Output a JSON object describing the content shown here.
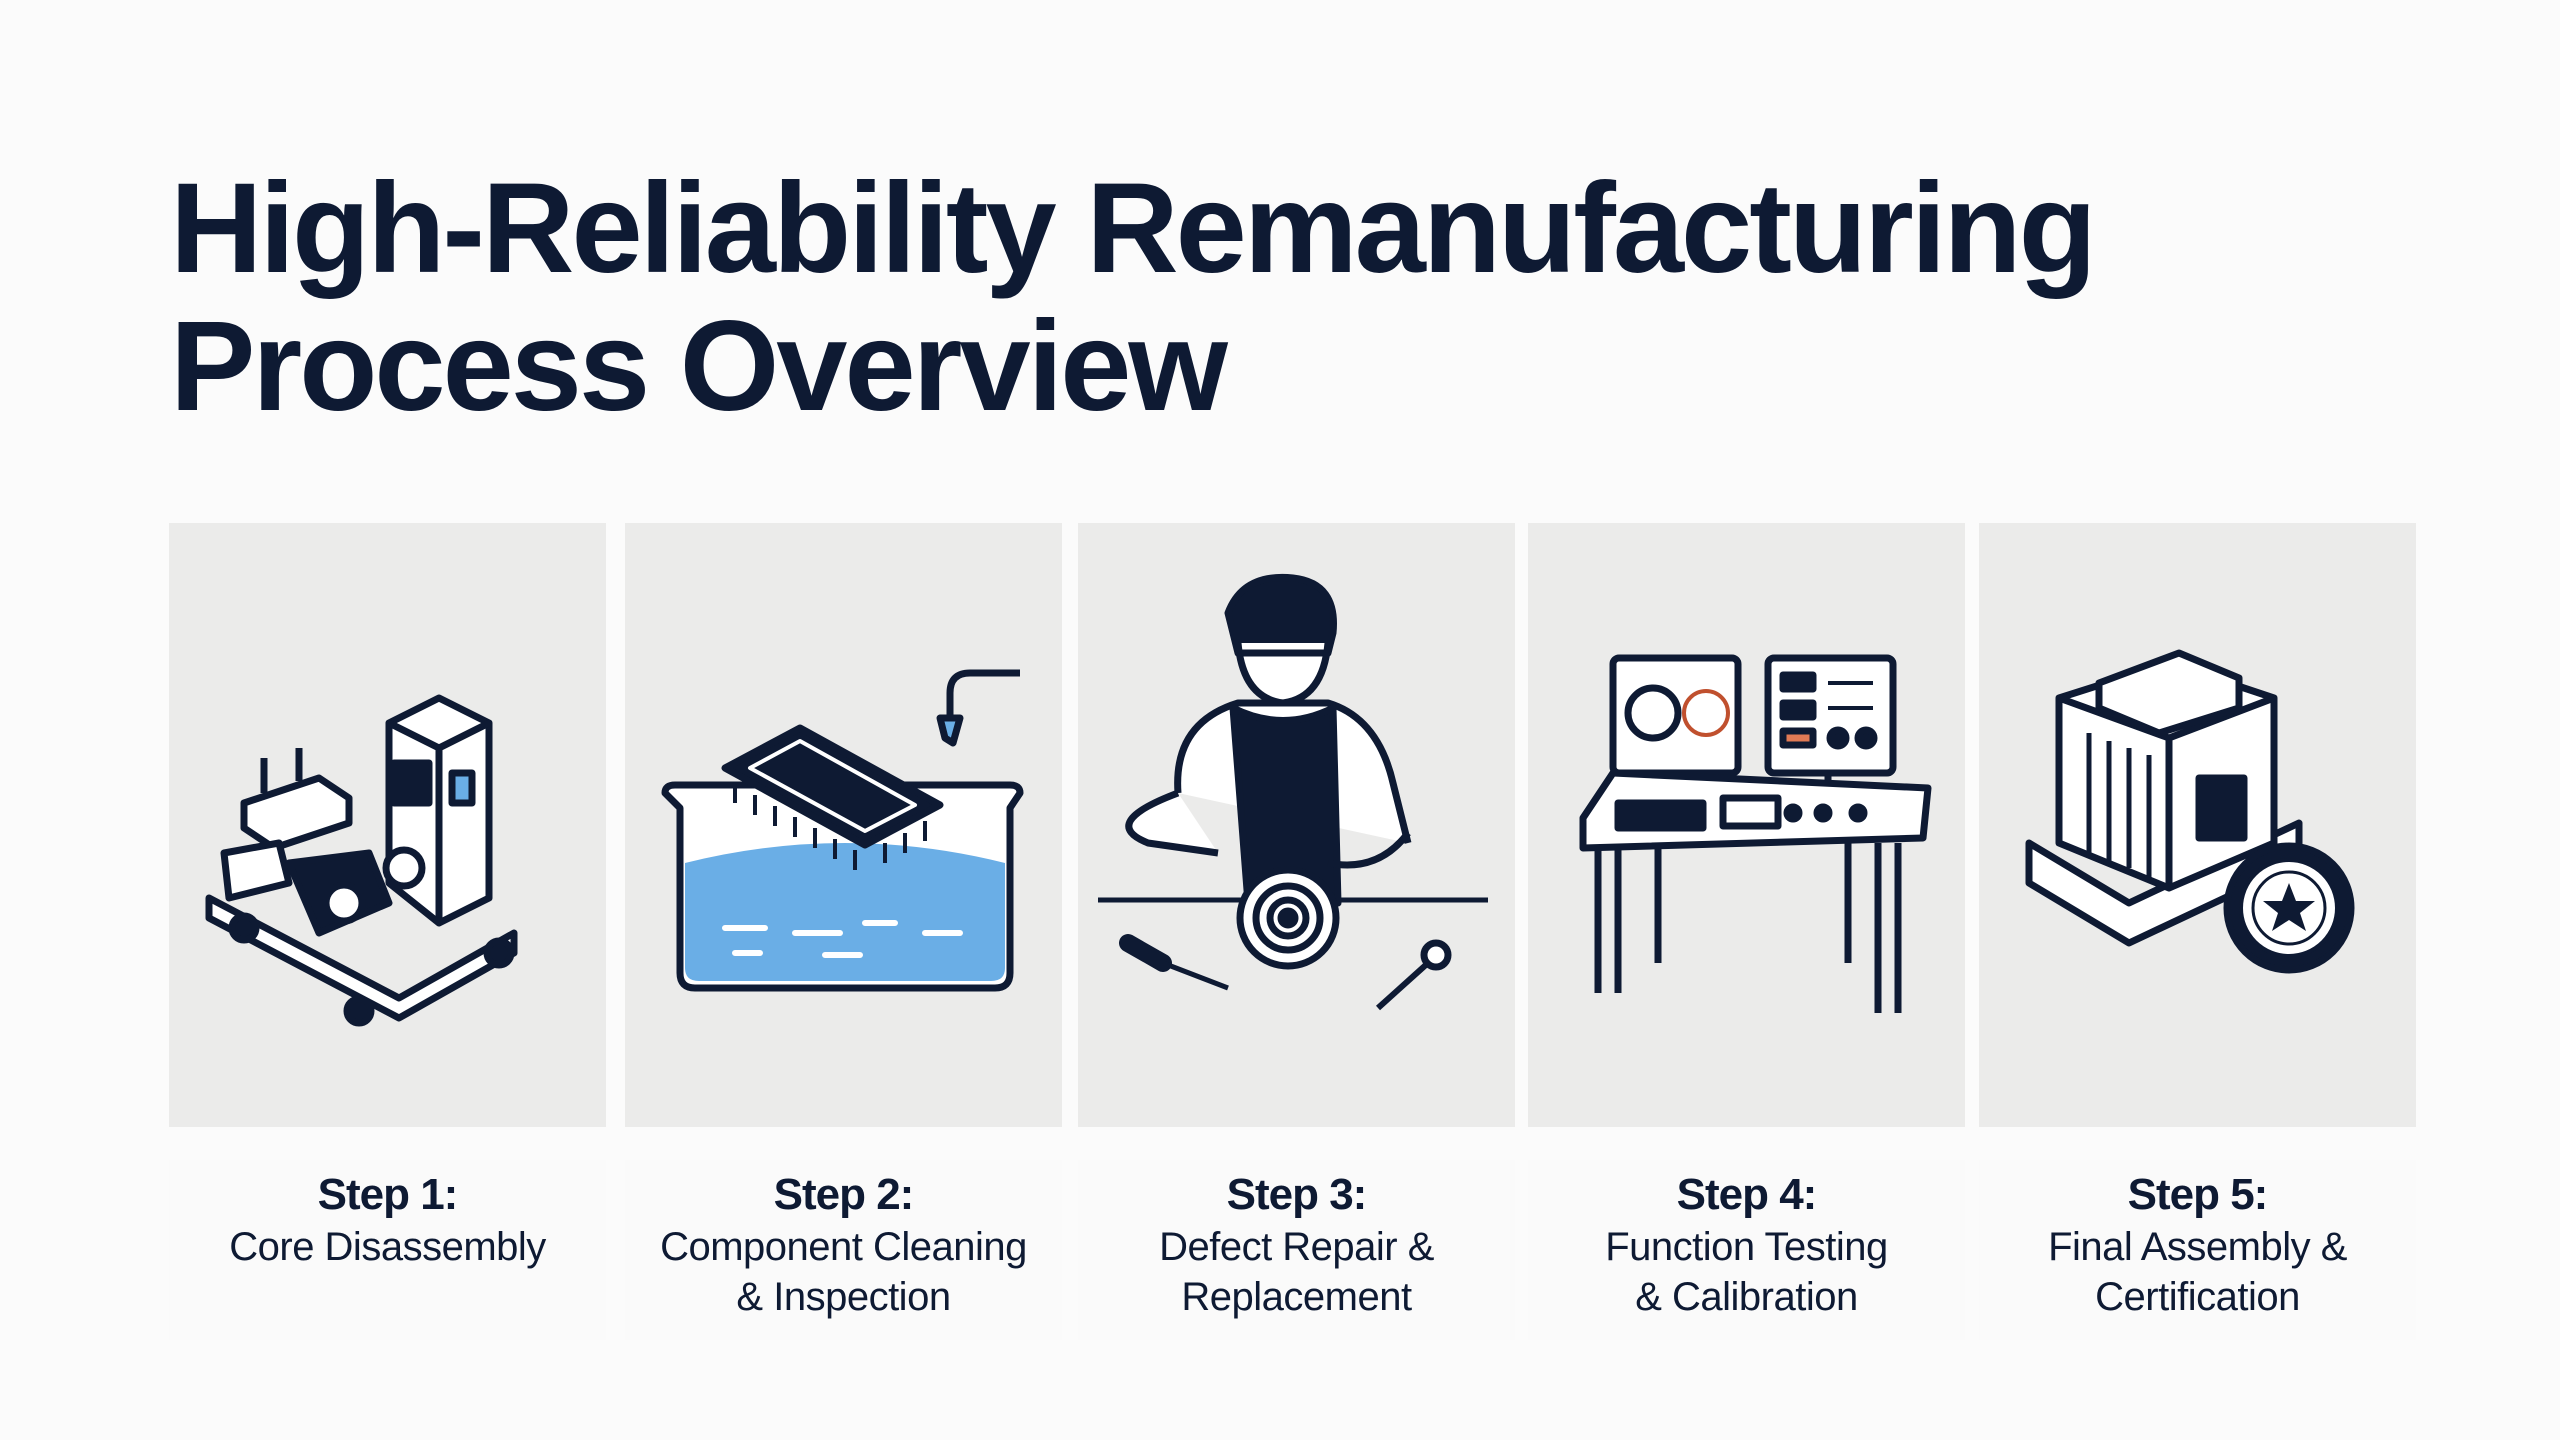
{
  "title": {
    "line1": "High-Reliability Remanufacturing",
    "line2": "Process Overview"
  },
  "colors": {
    "navy": "#0e1a33",
    "water": "#6aaee6",
    "card": "#ebebea"
  },
  "steps": [
    {
      "step": "Step 1:",
      "line1": "Core Disassembly",
      "line2": "",
      "icon": "machine-icon"
    },
    {
      "step": "Step 2:",
      "line1": "Component Cleaning",
      "line2": "& Inspection",
      "icon": "chip-cleaning-icon"
    },
    {
      "step": "Step 3:",
      "line1": "Defect Repair &",
      "line2": "Replacement",
      "icon": "technician-repair-icon"
    },
    {
      "step": "Step 4:",
      "line1": "Function Testing",
      "line2": "& Calibration",
      "icon": "test-bench-icon"
    },
    {
      "step": "Step 5:",
      "line1": "Final Assembly &",
      "line2": "Certification",
      "icon": "certified-unit-icon"
    }
  ]
}
